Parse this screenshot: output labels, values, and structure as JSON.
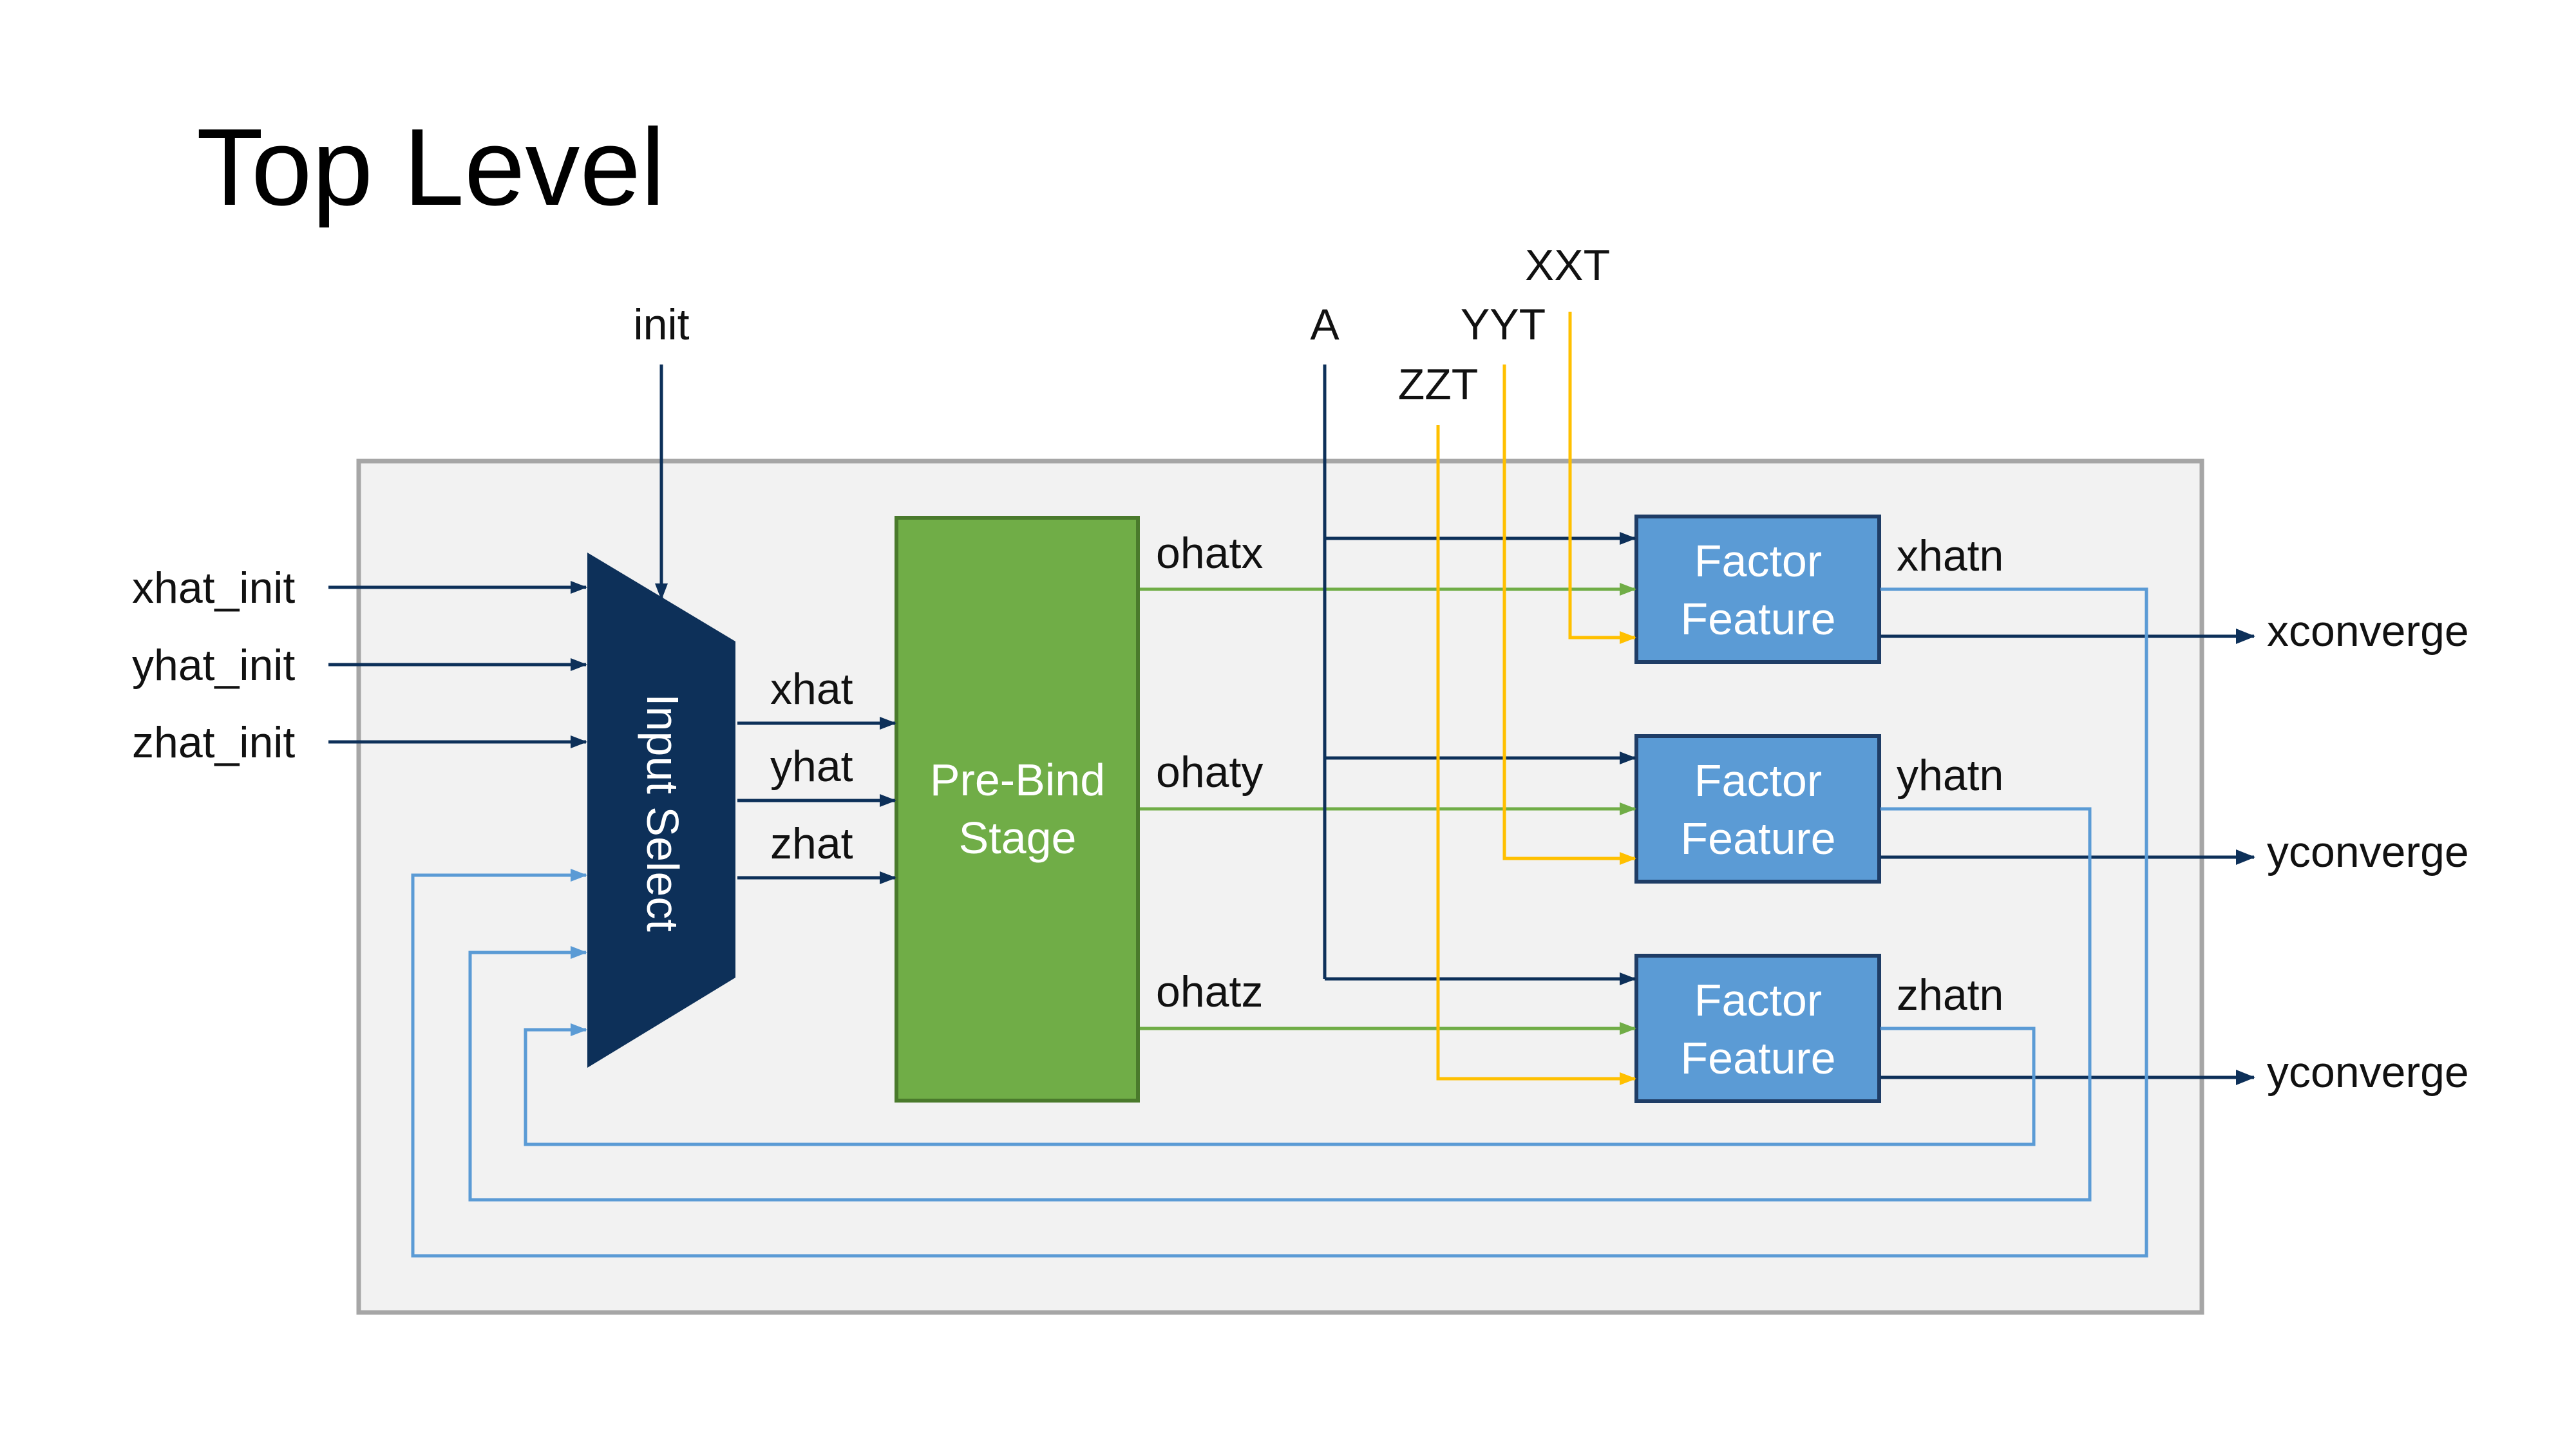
{
  "title": "Top Level",
  "colors": {
    "navy": "#0d3059",
    "green_block": "#70ad47",
    "green_wire": "#70ad47",
    "blue_block": "#5b9bd5",
    "feedback_wire": "#5b9bd5",
    "yellow_wire": "#ffc000",
    "container_fill": "#f2f2f2",
    "container_border": "#a6a6a6"
  },
  "inputs": {
    "init": "init",
    "xhat_init": "xhat_init",
    "yhat_init": "yhat_init",
    "zhat_init": "zhat_init",
    "A": "A",
    "XXT": "XXT",
    "YYT": "YYT",
    "ZZT": "ZZT"
  },
  "blocks": {
    "mux": "Input Select",
    "prebind_line1": "Pre-Bind",
    "prebind_line2": "Stage",
    "factor_line1": "Factor",
    "factor_line2": "Feature"
  },
  "signals": {
    "xhat": "xhat",
    "yhat": "yhat",
    "zhat": "zhat",
    "ohatx": "ohatx",
    "ohaty": "ohaty",
    "ohatz": "ohatz",
    "xhatn": "xhatn",
    "yhatn": "yhatn",
    "zhatn": "zhatn"
  },
  "outputs": {
    "out1": "xconverge",
    "out2": "yconverge",
    "out3": "yconverge"
  }
}
